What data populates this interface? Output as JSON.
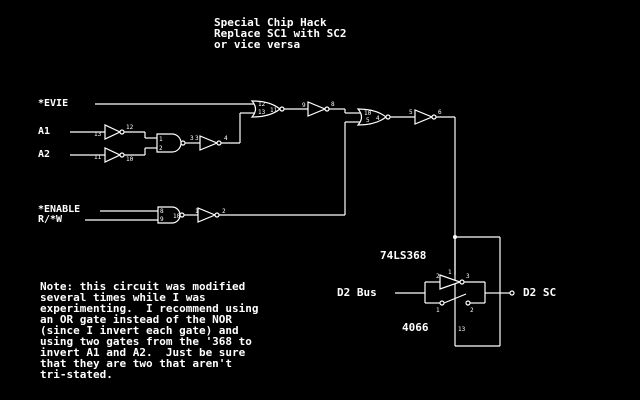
{
  "title_lines": [
    "Special Chip Hack",
    "Replace SC1 with SC2",
    "or vice versa"
  ],
  "signals": {
    "evie": "*EVIE",
    "a1": "A1",
    "a2": "A2",
    "enable": "*ENABLE",
    "rw": "R/*W"
  },
  "chip_label": "74LS368",
  "switch_label": "4066",
  "d2_bus": "D2 Bus",
  "d2_sc": "D2 SC",
  "note_lines": [
    "Note: this circuit was modified",
    "several times while I was",
    "experimenting.  I recommend using",
    "an OR gate instead of the NOR",
    "(since I invert each gate) and",
    "using two gates from the '368 to",
    "invert A1 and A2.  Just be sure",
    "that they are two that aren't",
    "tri-stated."
  ],
  "pins": {
    "nor1_in_a": "12",
    "nor1_in_b": "13",
    "nor1_out": "11",
    "inv1_out": "9",
    "inv1_out2": "8",
    "or1_in_a": "10",
    "or1_in_b": "5",
    "or1_out": "4",
    "inv2_in": "5",
    "inv2_out": "6",
    "inva1_in": "13",
    "inva1_out": "12",
    "inva2_in": "11",
    "inva2_out": "10",
    "nand_in_a": "1",
    "nand_in_b": "2",
    "nand_out": "3",
    "inv3_in": "3",
    "inv3_out": "4",
    "and_in_a": "8",
    "and_in_b": "9",
    "and_out": "10",
    "inv4_in": "1",
    "inv4_out": "2",
    "buf_en": "1",
    "buf_in": "2",
    "buf_out": "3",
    "sw_a": "1",
    "sw_b": "2",
    "sw_ctl": "13"
  }
}
